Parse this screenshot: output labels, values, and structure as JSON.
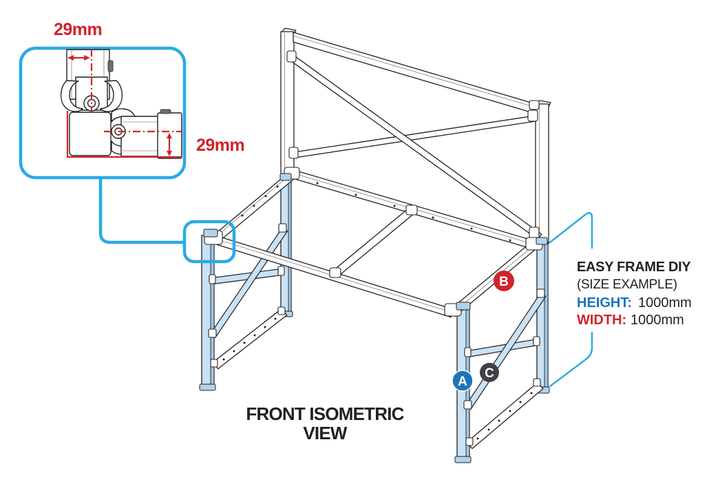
{
  "detail_callout": {
    "dim_width": "29mm",
    "dim_height": "29mm"
  },
  "spec_panel": {
    "title": "EASY FRAME DIY",
    "subtitle": "(SIZE EXAMPLE)",
    "height_label": "HEIGHT:",
    "height_value": "1000mm",
    "width_label": "WIDTH:",
    "width_value": "1000mm"
  },
  "caption": {
    "line1": "FRONT ISOMETRIC",
    "line2": "VIEW"
  },
  "part_labels": {
    "a": "A",
    "b": "B",
    "c": "C"
  },
  "colors": {
    "accent_cyan": "#29ABE2",
    "dimension_red": "#D1232A",
    "label_blue": "#1C75BC",
    "label_dark_gray": "#414042",
    "tube_blue_light": "#C9E2F5",
    "tube_blue_shade": "#9FC9EA",
    "ink": "#231F20"
  }
}
